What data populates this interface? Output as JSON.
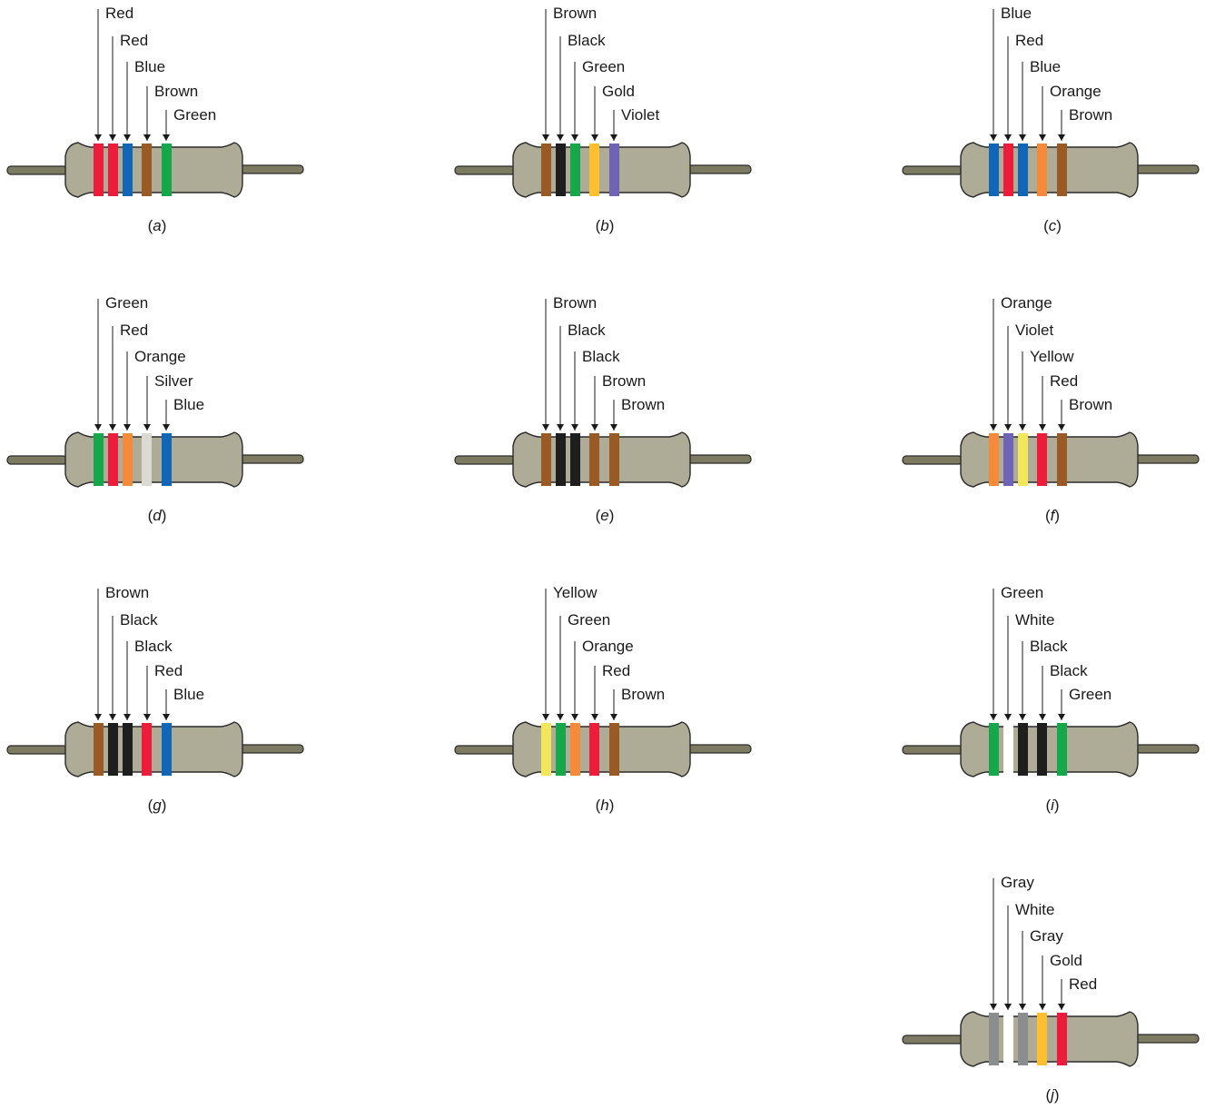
{
  "band_colors": {
    "Red": "#ee1c3b",
    "Brown": "#9a5a26",
    "Black": "#1e1e1e",
    "Green": "#14a84a",
    "Blue": "#1166b8",
    "Gold": "#ffbf2e",
    "Violet": "#6f63b5",
    "Orange": "#f58b3a",
    "Silver": "#dadad3",
    "Yellow": "#f2e65a",
    "White": "#ffffff",
    "Gray": "#8b8d8e"
  },
  "body_color": "#aeab97",
  "lead_color": "#7c7a60",
  "outline_color": "#2a2a2a",
  "resistors": [
    {
      "caption_letter": "a",
      "bands": [
        "Red",
        "Red",
        "Blue",
        "Brown",
        "Green"
      ]
    },
    {
      "caption_letter": "b",
      "bands": [
        "Brown",
        "Black",
        "Green",
        "Gold",
        "Violet"
      ]
    },
    {
      "caption_letter": "c",
      "bands": [
        "Blue",
        "Red",
        "Blue",
        "Orange",
        "Brown"
      ]
    },
    {
      "caption_letter": "d",
      "bands": [
        "Green",
        "Red",
        "Orange",
        "Silver",
        "Blue"
      ]
    },
    {
      "caption_letter": "e",
      "bands": [
        "Brown",
        "Black",
        "Black",
        "Brown",
        "Brown"
      ]
    },
    {
      "caption_letter": "f",
      "bands": [
        "Orange",
        "Violet",
        "Yellow",
        "Red",
        "Brown"
      ]
    },
    {
      "caption_letter": "g",
      "bands": [
        "Brown",
        "Black",
        "Black",
        "Red",
        "Blue"
      ]
    },
    {
      "caption_letter": "h",
      "bands": [
        "Yellow",
        "Green",
        "Orange",
        "Red",
        "Brown"
      ]
    },
    {
      "caption_letter": "i",
      "bands": [
        "Green",
        "White",
        "Black",
        "Black",
        "Green"
      ]
    },
    {
      "caption_letter": "j",
      "bands": [
        "Gray",
        "White",
        "Gray",
        "Gold",
        "Red"
      ]
    }
  ]
}
